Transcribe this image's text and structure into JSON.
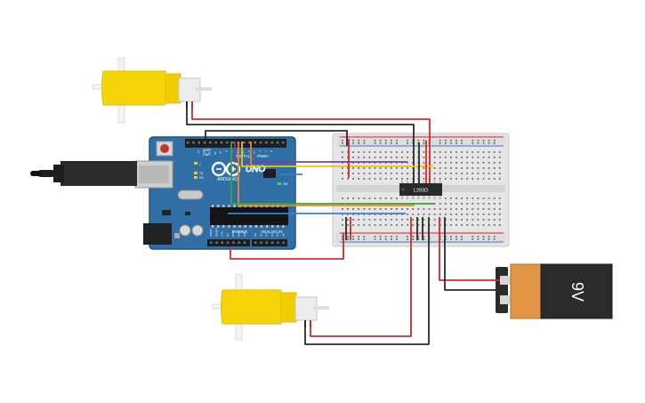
{
  "circuit": {
    "arduino": {
      "brand": "ARDUINO",
      "model": "UNO",
      "label_digital": "DIGITAL",
      "label_pwm": "PWM~",
      "label_power": "POWER",
      "label_analog": "ANALOG IN",
      "label_aref": "AREF",
      "label_gnd": "GND",
      "label_tx": "TX",
      "label_rx": "RX",
      "label_l": "L",
      "label_on": "ON",
      "digital_pins": [
        "13",
        "12",
        "~11",
        "~10",
        "~9",
        "8",
        "7",
        "~6",
        "~5",
        "4",
        "~3",
        "2",
        "1",
        "0"
      ],
      "power_pins": [
        "IOREF",
        "RESET",
        "3.3V",
        "5V",
        "GND",
        "GND",
        "VIN"
      ],
      "analog_pins": [
        "A0",
        "A1",
        "A2",
        "A3",
        "A4",
        "A5"
      ]
    },
    "driver_ic": {
      "label": "L293D"
    },
    "battery": {
      "label": "9V"
    },
    "motors": [
      {
        "id": "motor-top"
      },
      {
        "id": "motor-bottom"
      }
    ],
    "wire_colors": {
      "red": "#d42a2a",
      "black": "#2b2b2b",
      "purple": "#7a3fa0",
      "yellow": "#f2c20f",
      "orange": "#f08a1d",
      "green": "#3aa53a",
      "blue": "#3a7fd4"
    }
  }
}
